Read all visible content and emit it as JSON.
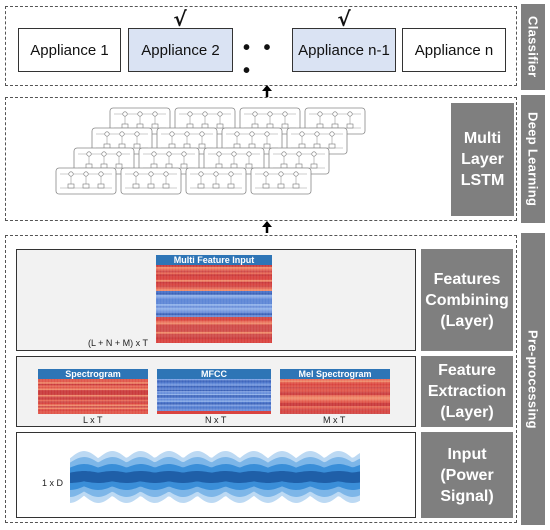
{
  "classifier": {
    "side_label": "Classifier",
    "appliances": [
      {
        "label": "Appliance 1",
        "selected": false
      },
      {
        "label": "Appliance 2",
        "selected": true
      },
      {
        "label": "Appliance n-1",
        "selected": true
      },
      {
        "label": "Appliance n",
        "selected": false
      }
    ],
    "ellipsis": "• • •",
    "check_mark": "√"
  },
  "deep_learning": {
    "side_label": "Deep Learning",
    "box_label": "Multi\nLayer\nLSTM"
  },
  "preprocessing": {
    "side_label": "Pre-processing",
    "features_combining": {
      "box_label": "Features\nCombining\n(Layer)",
      "title": "Multi Feature Input",
      "dim": "(L + N + M) x T"
    },
    "feature_extraction": {
      "box_label": "Feature\nExtraction\n(Layer)",
      "items": [
        {
          "title": "Spectrogram",
          "dim": "L x T"
        },
        {
          "title": "MFCC",
          "dim": "N x T"
        },
        {
          "title": "Mel Spectrogram",
          "dim": "M x T"
        }
      ]
    },
    "input": {
      "box_label": "Input\n(Power\nSignal)",
      "dim": "1 x D"
    }
  },
  "colors": {
    "selected_fill": "#dae3f3",
    "grey_box": "#7f7f7f",
    "title_blue": "#2e75b6",
    "spectro_red": "#d9433f",
    "mfcc_blue": "#4a73c9",
    "signal_blue": "#3a8ed8"
  }
}
